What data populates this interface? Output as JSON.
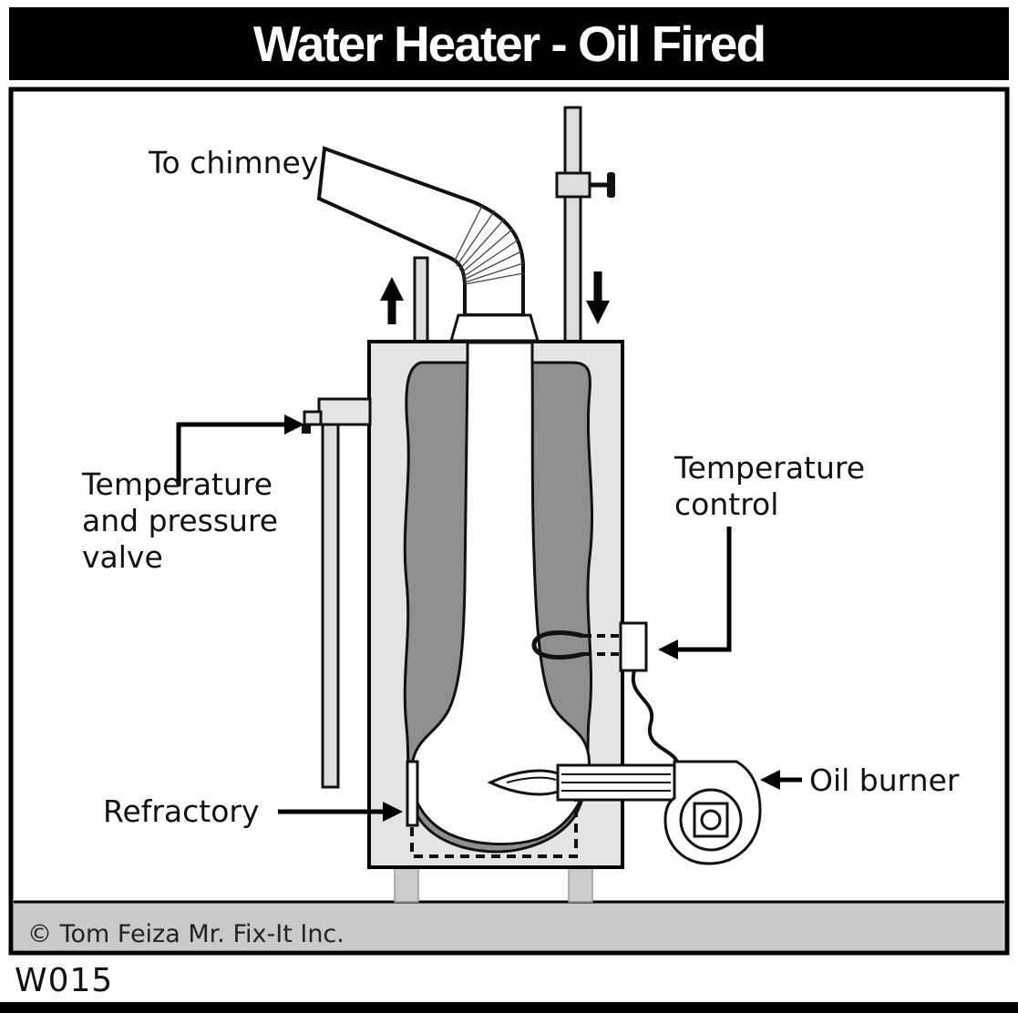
{
  "title": "Water Heater - Oil Fired",
  "labels": {
    "to_chimney": "To chimney",
    "tpv": [
      "Temperature",
      "and pressure",
      "valve"
    ],
    "temp_control": [
      "Temperature",
      "control"
    ],
    "oil_burner": "Oil burner",
    "refractory": "Refractory"
  },
  "footer": {
    "copyright": "© Tom Feiza Mr. Fix-It Inc.",
    "code": "W015"
  },
  "colors": {
    "banner_bg": "#000000",
    "banner_text": "#ffffff",
    "floor": "#c9c9c9",
    "tank_shell": "#e4e4e4",
    "insulation": "#8f8f8f",
    "line": "#111111"
  }
}
